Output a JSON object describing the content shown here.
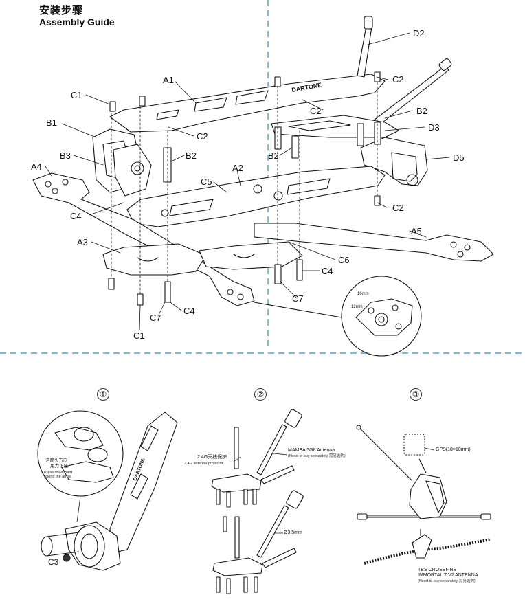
{
  "header": {
    "title_cn": "安装步骤",
    "title_en": "Assembly Guide"
  },
  "exploded_view": {
    "labels": {
      "A1": "A1",
      "A2": "A2",
      "A3": "A3",
      "A4": "A4",
      "A5": "A5",
      "B1": "B1",
      "B2_left": "B2",
      "B2_center": "B2",
      "B2_right": "B2",
      "B3": "B3",
      "C1_top": "C1",
      "C1_bottom": "C1",
      "C2_left": "C2",
      "C2_mid": "C2",
      "C2_right_top": "C2",
      "C2_right_low": "C2",
      "C4_left": "C4",
      "C4_bottom": "C4",
      "C4_right": "C4",
      "C5": "C5",
      "C6": "C6",
      "C7_left": "C7",
      "C7_right": "C7",
      "D2": "D2",
      "D3": "D3",
      "D5": "D5"
    },
    "detail_inset": {
      "dim_16": "16mm",
      "dim_12": "12mm"
    }
  },
  "steps": [
    {
      "number": "①",
      "note_cn_line1": "沿箭头方向",
      "note_cn_line2": "用力下压",
      "note_en_line1": "Press down hard",
      "note_en_line2": "along the arrow",
      "part_label": "C3"
    },
    {
      "number": "②",
      "protector_cn": "2.4G天线保护",
      "protector_en": "2.4G antenna protector",
      "antenna_name": "MAMBA 5G8 Antenna",
      "antenna_note": "(Need to buy separately 需另选购)",
      "diameter": "Ø3.5mm"
    },
    {
      "number": "③",
      "gps_label": "GPS(18×18mm)",
      "antenna_name_line1": "TBS CROSSFIRE",
      "antenna_name_line2": "IMMORTAL T V2 ANTENNA",
      "antenna_note": "(Need to buy separately 需另选购)"
    }
  ],
  "colors": {
    "line": "#111111",
    "divider": "#4aa3c8"
  }
}
